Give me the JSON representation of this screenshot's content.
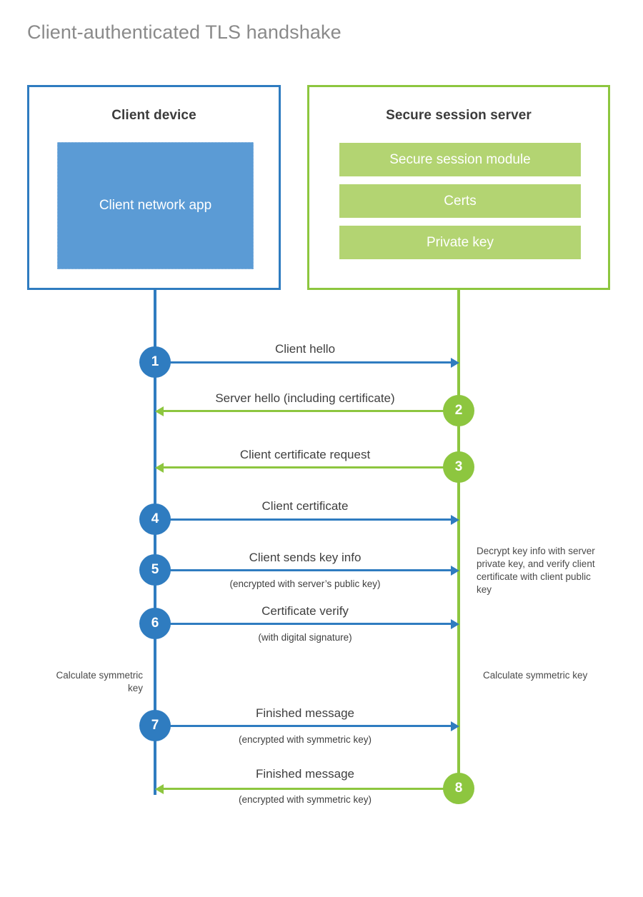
{
  "title": "Client-authenticated TLS handshake",
  "colors": {
    "client_blue": "#2f7cc0",
    "client_app_fill": "#5b9bd5",
    "server_green": "#8dc63f",
    "server_bar_fill": "#b3d472",
    "title_gray": "#8a8a8a",
    "text_dark": "#3f3f3f"
  },
  "actors": {
    "client": {
      "title": "Client device",
      "app_label": "Client network app"
    },
    "server": {
      "title": "Secure session server",
      "modules": [
        {
          "label": "Secure session module"
        },
        {
          "label": "Certs"
        },
        {
          "label": "Private key"
        }
      ]
    }
  },
  "steps": [
    {
      "number": "1",
      "label": "Client hello",
      "sublabel": "",
      "direction": "client-to-server",
      "origin": "client"
    },
    {
      "number": "2",
      "label": "Server hello (including certificate)",
      "sublabel": "",
      "direction": "server-to-client",
      "origin": "server"
    },
    {
      "number": "3",
      "label": "Client certificate request",
      "sublabel": "",
      "direction": "server-to-client",
      "origin": "server"
    },
    {
      "number": "4",
      "label": "Client certificate",
      "sublabel": "",
      "direction": "client-to-server",
      "origin": "client"
    },
    {
      "number": "5",
      "label": "Client sends key info",
      "sublabel": "(encrypted with server’s public key)",
      "direction": "client-to-server",
      "origin": "client"
    },
    {
      "number": "6",
      "label": "Certificate verify",
      "sublabel": "(with digital signature)",
      "direction": "client-to-server",
      "origin": "client"
    },
    {
      "number": "7",
      "label": "Finished message",
      "sublabel": "(encrypted with symmetric key)",
      "direction": "client-to-server",
      "origin": "client"
    },
    {
      "number": "8",
      "label": "Finished message",
      "sublabel": "(encrypted with symmetric key)",
      "direction": "server-to-client",
      "origin": "server"
    }
  ],
  "notes": {
    "server_decrypt": "Decrypt key info with server private key, and verify client certificate with client public key",
    "client_calculate": "Calculate symmetric key",
    "server_calculate": "Calculate symmetric key"
  }
}
